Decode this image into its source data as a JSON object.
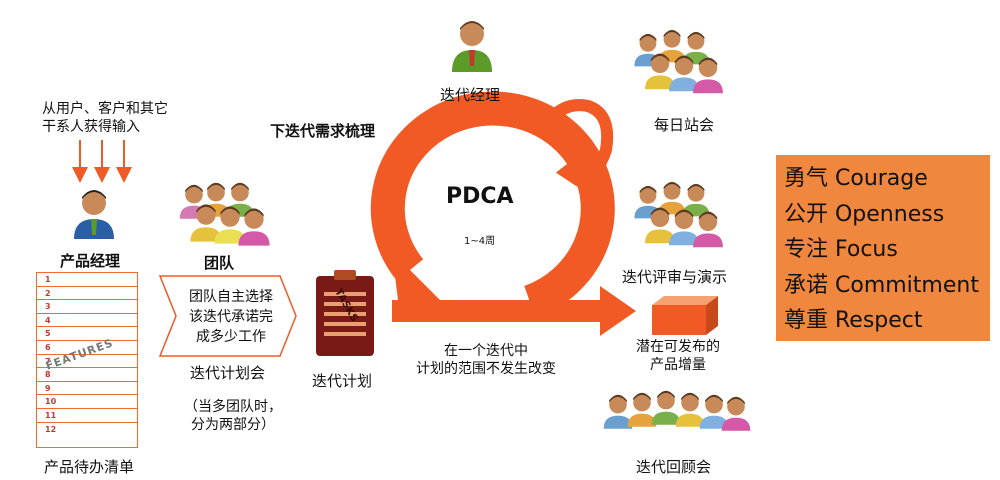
{
  "input_source": [
    "从用户、客户和其它",
    "干系人获得输入"
  ],
  "product_owner": "产品经理",
  "backlog": {
    "title": "产品待办清单",
    "items": [
      "1",
      "2",
      "3",
      "4",
      "5",
      "6",
      "7",
      "8",
      "9",
      "10",
      "11",
      "12"
    ],
    "watermark": "FEATURES"
  },
  "team": "团队",
  "planning_chevron": [
    "团队自主选择",
    "该迭代承诺完",
    "成多少工作"
  ],
  "planning_meeting": "迭代计划会",
  "planning_note": [
    "（当多团队时，",
    "分为两部分）"
  ],
  "sprint_plan": "迭代计划",
  "clipboard_word": "TASKS",
  "scrum_master": "迭代经理",
  "refinement": "下迭代需求梳理",
  "cycle": {
    "title": "PDCA",
    "duration": "1~4周"
  },
  "scope_note": [
    "在一个迭代中",
    "计划的范围不发生改变"
  ],
  "daily_standup": "每日站会",
  "review": "迭代评审与演示",
  "increment": [
    "潜在可发布的",
    "产品增量"
  ],
  "retrospective": "迭代回顾会",
  "values": [
    "勇气 Courage",
    "公开 Openness",
    "专注 Focus",
    "承诺 Commitment",
    "尊重 Respect"
  ],
  "colors": {
    "accent": "#f15a24",
    "values_box": "#f0873e",
    "clipboard": "#7a1a16"
  }
}
